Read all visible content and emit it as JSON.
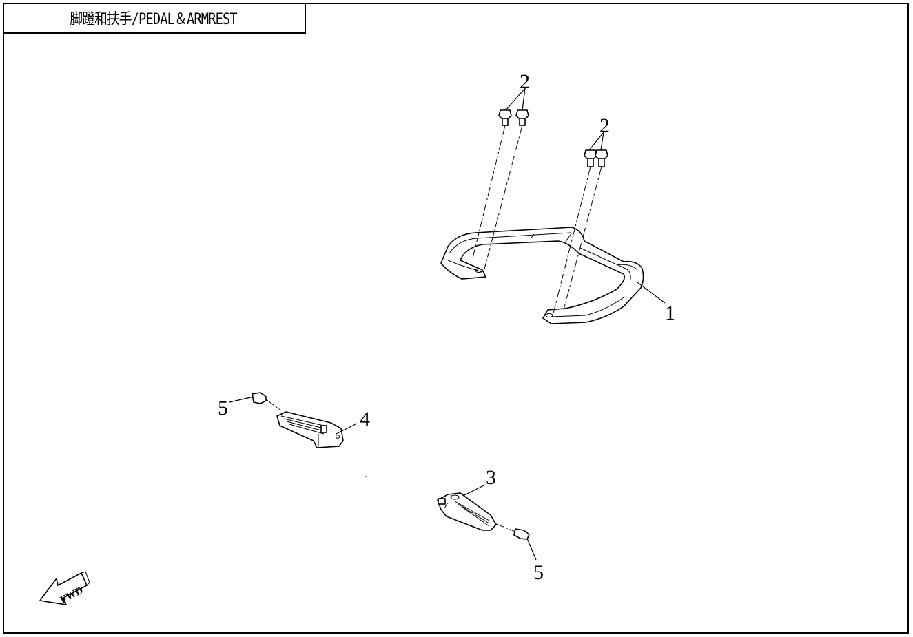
{
  "title": "脚蹬和扶手/PEDAL＆ARMREST",
  "callouts": {
    "c1": "1",
    "c2a": "2",
    "c2b": "2",
    "c3": "3",
    "c4": "4",
    "c5a": "5",
    "c5b": "5"
  },
  "fwd_label": "FWD"
}
